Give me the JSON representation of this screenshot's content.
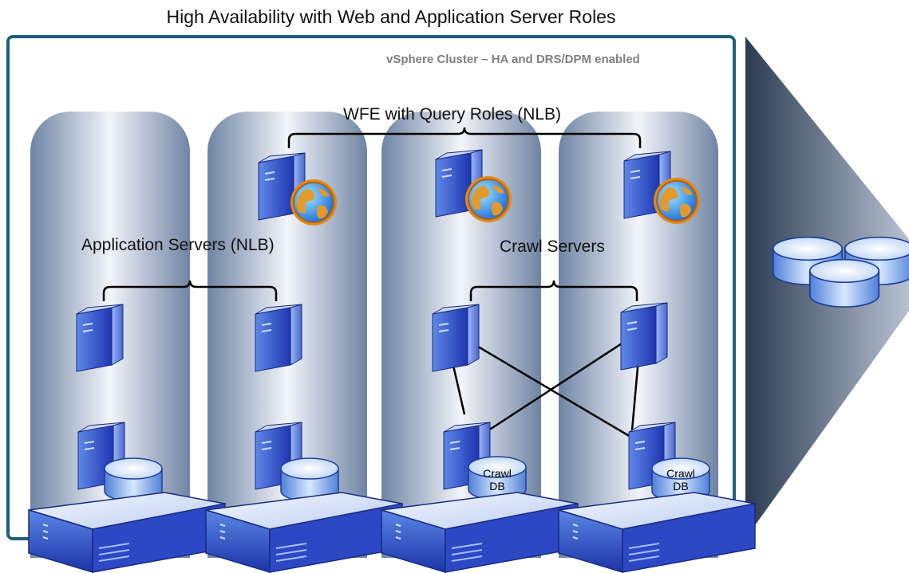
{
  "title": "High Availability with Web and Application Server Roles",
  "cluster": {
    "label": "vSphere Cluster  – HA and DRS/DPM enabled"
  },
  "groups": {
    "wfe": "WFE with Query Roles (NLB)",
    "app": "Application Servers (NLB)",
    "crawl": "Crawl Servers"
  },
  "crawl_db": {
    "line1": "Crawl",
    "line2": "DB"
  },
  "colors": {
    "cluster_border": "#1f5f7a",
    "server_blue": "#2a3fb8",
    "column": "#8fa4bf"
  },
  "icons": [
    "server-icon",
    "globe-icon",
    "database-icon",
    "esx-host-icon",
    "storage-icon"
  ]
}
